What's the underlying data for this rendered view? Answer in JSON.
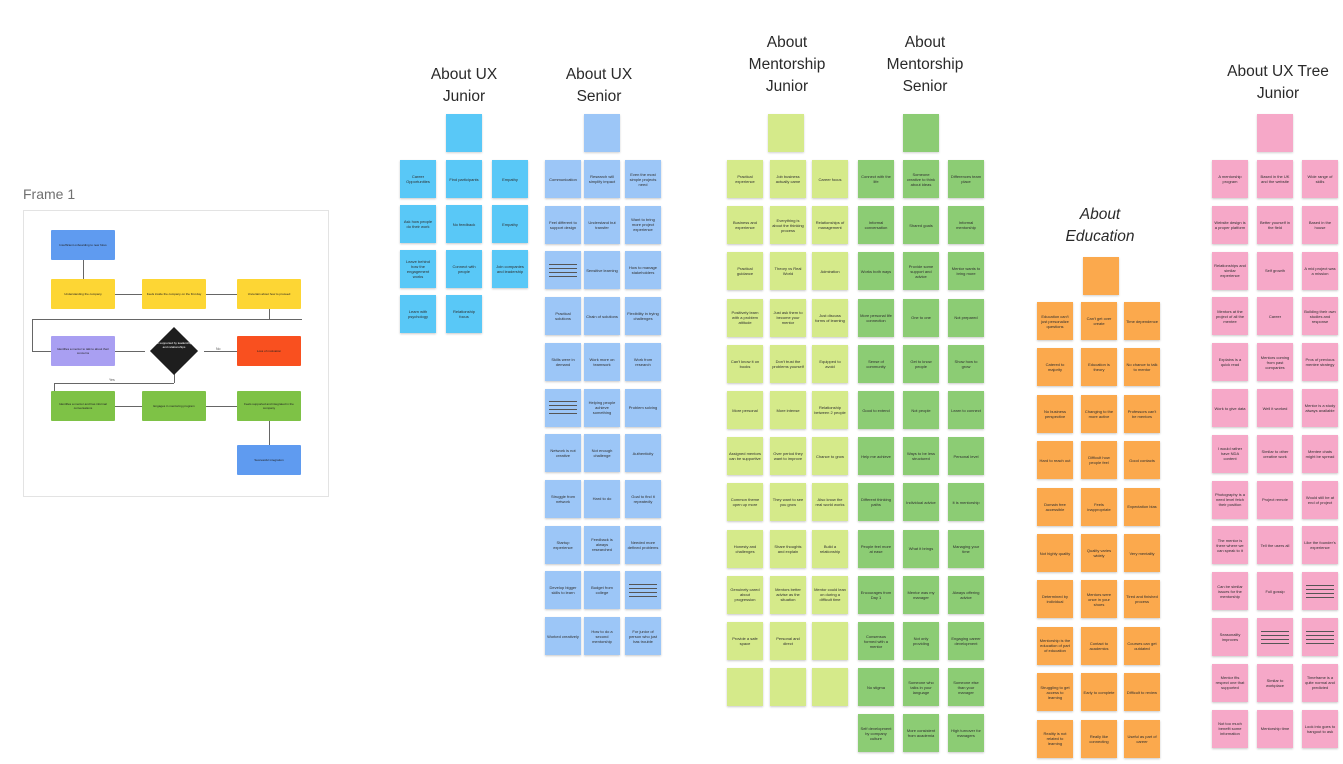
{
  "colors": {
    "blue": "#59c8f7",
    "lightblue": "#9cc6f7",
    "lime": "#d5ea8a",
    "green": "#8ccc74",
    "orange": "#fba94d",
    "pink": "#f6a8c8"
  },
  "frame": {
    "label": "Frame 1",
    "nodes": [
      "Insufficient onboarding to new hires",
      "Understanding the company",
      "Feels inside the company on the first day",
      "Uncertain about how to proceed",
      "Identifies a mentor to talk to about their concerns",
      "Is supported by leadership and relationships",
      "Loss of motivation",
      "Identifies a mentor and has informal conversations",
      "Engages in mentoring program",
      "Feels supported and integrated in the company",
      "Successful integration"
    ],
    "edge_labels": [
      "No",
      "Yes"
    ]
  },
  "columns": [
    {
      "id": "ux-junior",
      "heading": "About UX Junior",
      "notes": [
        "Career Opportunities",
        "Find participants",
        "Empathy",
        "Ask how people do their work",
        "No feedback",
        "Empathy",
        "Leave behind how the engagement works",
        "Connect with people",
        "Join companies and leadership",
        "Learn with psychology",
        "Relationship focus"
      ]
    },
    {
      "id": "ux-senior",
      "heading": "About UX Senior",
      "notes": [
        "Communication",
        "Research will simplify impact",
        "Even the most simple projects need",
        "Feel different to support design",
        "Understand but transfer",
        "Want to bring more project experience",
        "",
        "Sensitive learning",
        "How to manage stakeholders",
        "Practical solutions",
        "Chain of solutions",
        "Flexibility in trying challenges",
        "Skills were in demand",
        "Work more on teamwork",
        "Work from research",
        "",
        "Helping people achieve something",
        "Problem solving",
        "Network is not creative",
        "Not enough challenge",
        "Authenticity",
        "Struggle from network",
        "Hard to do",
        "Goal to find it repeatedly",
        "Startup experience",
        "Feedback is always researched",
        "Needed more defined problems",
        "Develop bigger skills to learn",
        "Budget from college",
        "",
        "Worked creatively",
        "How to do a second mentorship",
        "For junior of person who just has trouble"
      ]
    },
    {
      "id": "mentorship-junior",
      "heading": "About Mentorship Junior",
      "notes": [
        "Practical experience",
        "Job business actually came",
        "Career focus",
        "Business and experience",
        "Everything is about the thinking process",
        "Relationships of management",
        "Practical guidance",
        "Theory vs Real World",
        "Admiration",
        "Positively learn with a problem attitude",
        "Just ask them to become your mentor",
        "Just discuss forms of learning",
        "Can't know it on books",
        "Don't trust the problems yourself",
        "Equipped to avoid",
        "More personal",
        "More intense",
        "Relationship between 2 people",
        "Assigned mentors can be supportive",
        "Over period they want to improve",
        "Chance to grow",
        "Common theme open up more",
        "They want to see you grow",
        "Also know the real world works",
        "Honesty and challenges",
        "Share thoughts and explain",
        "Build a relationship",
        "Genuinely cared about progression",
        "Mentors better advise as the situation",
        "Mentor could lean on during a difficult time",
        "Provide a safe space",
        "Personal and direct",
        "",
        "",
        "",
        ""
      ]
    },
    {
      "id": "mentorship-senior",
      "heading": "About Mentorship Senior",
      "notes": [
        "Connect with the life",
        "Someone creative to think about ideas",
        "Differences team place",
        "Informal conversation",
        "Shared goals",
        "Informal mentorship",
        "Works both ways",
        "Provide some support and advice",
        "Mentor wants to bring more",
        "More personal life connection",
        "One to one",
        "Not prepared",
        "Sense of community",
        "Get to know people",
        "Show how to grow",
        "Good to extend",
        "Not people",
        "Learn to connect",
        "Help me achieve",
        "Ways to be less structured",
        "Personal level",
        "Different thinking paths",
        "Individual advice",
        "It is mentorship",
        "People feel more at ease",
        "What it brings",
        "Managing your time",
        "Encourages from Day 1",
        "Mentor was my manager",
        "Always offering advice",
        "Consensus formed with a mentor",
        "Not only providing",
        "Engaging career development",
        "No stigma",
        "Someone who talks in your language",
        "Someone else than your manager",
        "Self development by company culture",
        "More consistent from academia",
        "High turnover for managers"
      ]
    },
    {
      "id": "education",
      "heading": "About Education",
      "notes": [
        "Education can't just personalize questions",
        "Can't get over create",
        "Time dependence",
        "Catered to majority",
        "Education is theory",
        "No chance to talk to mentor",
        "No business perspective",
        "Changing to the more active",
        "Professors can't be mentors",
        "Hard to reach out",
        "Difficult how people feel",
        "Good contacts",
        "Domain free accessible",
        "Feels inappropriate",
        "Expectation bias",
        "Not highly quality",
        "Quality varies widely",
        "Very mentality",
        "Determined by individual",
        "Mentors were once in your shoes",
        "Tired and finished process",
        "Mentorship is the education of part of education",
        "Contact to academics",
        "Courses can get outdated",
        "Struggling to get access to learning",
        "Early to complete",
        "Difficult to review",
        "Reality is not related to learning",
        "Really like connecting",
        "Useful as part of career"
      ]
    },
    {
      "id": "ux-tree-junior",
      "heading": "About UX Tree Junior",
      "notes": [
        "A mentorship program",
        "Based in the UK and the website",
        "Wide range of skills",
        "Website design is a proper platform",
        "Better yourself in the field",
        "Based in the house",
        "Relationships and similar experience",
        "Self growth",
        "A mid project was a mission",
        "Mentors at the project of all the mentee",
        "Career",
        "Building their own studies and response",
        "Explains is a quick read",
        "Mentors coming from past companies",
        "Pros of previous mentee strategy",
        "Work to give data",
        "Well it worked",
        "Mentor is a study always available",
        "I would rather have NDA content",
        "Similar to other creative work",
        "Mentee chats might be spread",
        "Photography is a need level fetch their position",
        "Project remote",
        "Would still be at end of project",
        "The mentor is there where we can speak to it",
        "Tell the users all",
        "Like the founder's experience",
        "Can be similar issues for the mentorship",
        "Full gossip",
        "",
        "Seasonality improves",
        "",
        "",
        "Mentor fits respect one that supported",
        "Similar to workplace",
        "Timeframe is a quite normal and predicted",
        "Not too much benefit some information",
        "Mentorship time",
        "Look into goes to hangout to ask"
      ]
    }
  ]
}
